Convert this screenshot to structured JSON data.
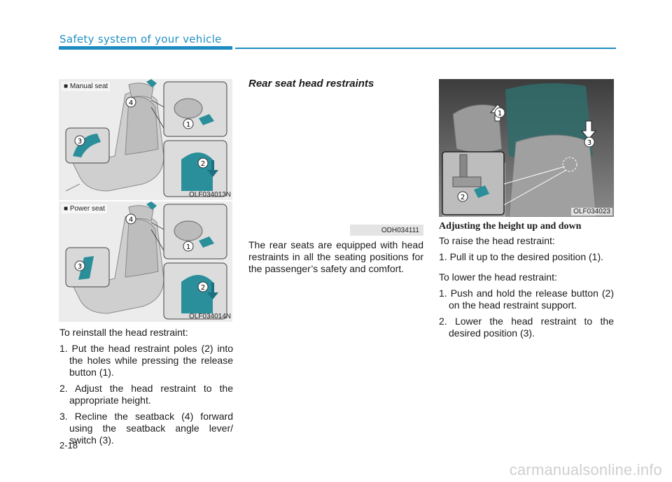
{
  "header": {
    "section_title": "Safety system of your vehicle"
  },
  "figures": {
    "manual": {
      "caption": "■ Manual seat",
      "code": "OLF034013N"
    },
    "power": {
      "caption": "■ Power seat",
      "code": "OLF034014N"
    },
    "rear_text": {
      "code": "ODH034111"
    },
    "rear_photo": {
      "code": "OLF034023"
    },
    "callouts": [
      "1",
      "2",
      "3",
      "4"
    ]
  },
  "left_column": {
    "intro": "To reinstall the head restraint:",
    "steps": [
      "1. Put the head restraint poles (2) into the holes while pressing the release button (1).",
      "2. Adjust the head restraint to the appropriate height.",
      "3. Recline the seatback (4) forward using the seatback angle lever/ switch (3)."
    ]
  },
  "middle_column": {
    "title": "Rear seat head restraints",
    "paragraph": "The rear seats are equipped with head restraints in all the seating positions for the passenger’s safety and comfort."
  },
  "right_column": {
    "title": "Adjusting the height up and down",
    "raise_intro": "To raise the head restraint:",
    "raise_steps": [
      "1. Pull it up to the desired position (1)."
    ],
    "lower_intro": "To lower the head restraint:",
    "lower_steps": [
      "1. Push and hold the release button (2) on the head restraint support.",
      "2. Lower the head restraint to the desired position (3)."
    ]
  },
  "footer": {
    "page_number": "2-18",
    "watermark": "carmanualsonline.info"
  },
  "colors": {
    "accent": "#1c8cc3",
    "teal_part": "#2a8f9a"
  }
}
